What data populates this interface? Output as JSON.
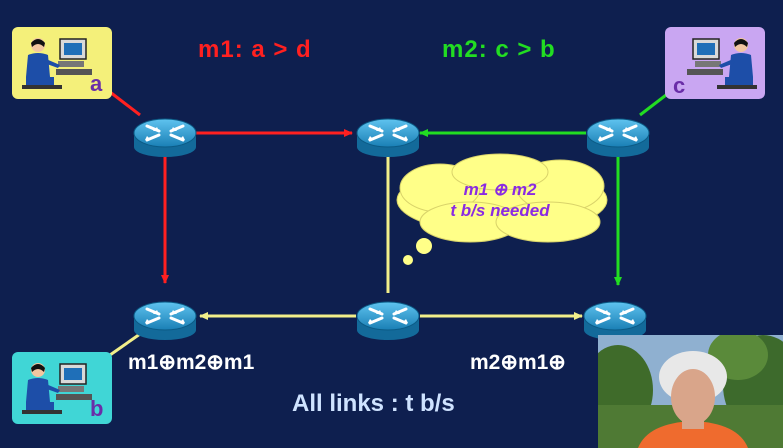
{
  "messages": {
    "m1": {
      "text": "m1: a > d",
      "color": "#ff2020"
    },
    "m2": {
      "text": "m2: c > b",
      "color": "#22dd22"
    }
  },
  "hosts": {
    "a": {
      "label": "a",
      "box_color": "#f4f07a",
      "letter_color": "#6a2da8"
    },
    "b": {
      "label": "b",
      "box_color": "#40d6d6",
      "letter_color": "#6a2da8"
    },
    "c": {
      "label": "c",
      "box_color": "#c9a6f2",
      "letter_color": "#6a2da8"
    }
  },
  "cloud": {
    "line1": "m1 ⊕ m2",
    "line2": "t b/s needed",
    "fill": "#ffff88"
  },
  "bottom_labels": {
    "left": "m1⊕m2⊕m1",
    "right": "m2⊕m1⊕"
  },
  "footer": "All links : t b/s",
  "colors": {
    "background": "#0e1f4f",
    "router": "#2aa3d8",
    "m1_link": "#ff2020",
    "m2_link": "#22dd22",
    "coded_link": "#f2ef8a"
  }
}
